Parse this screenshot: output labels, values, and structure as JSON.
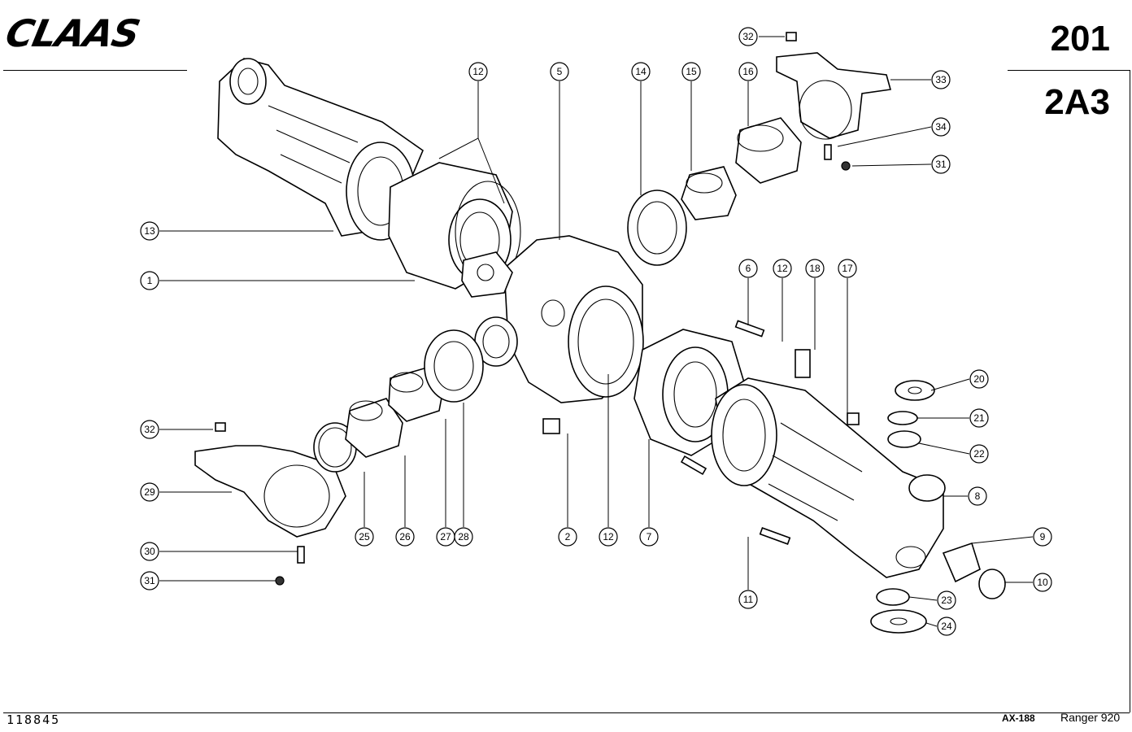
{
  "header": {
    "brand": "CLAAS",
    "section_number": "201",
    "section_code": "2A3"
  },
  "footer": {
    "document_number": "118845",
    "drawing_code": "AX-188",
    "model": "Ranger 920"
  },
  "callouts": [
    "32",
    "33",
    "34",
    "31",
    "12",
    "5",
    "14",
    "15",
    "16",
    "13",
    "1",
    "6",
    "12",
    "18",
    "17",
    "20",
    "21",
    "22",
    "32",
    "29",
    "30",
    "31",
    "25",
    "26",
    "27",
    "28",
    "2",
    "12",
    "7",
    "8",
    "9",
    "10",
    "11",
    "23",
    "24"
  ]
}
